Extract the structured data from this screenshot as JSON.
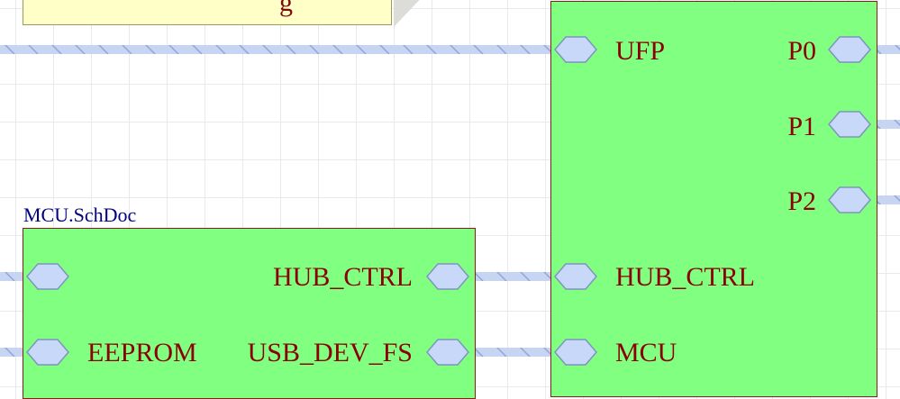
{
  "note": {
    "text_fragment": "g"
  },
  "sheets": {
    "hub": {
      "entries_left": [
        "UFP",
        "HUB_CTRL",
        "MCU"
      ],
      "entries_right": [
        "P0",
        "P1",
        "P2"
      ]
    },
    "mcu": {
      "filename": "MCU.SchDoc",
      "entries_left": [
        "",
        "EEPROM"
      ],
      "entries_right": [
        "HUB_CTRL",
        "USB_DEV_FS"
      ]
    }
  },
  "colors": {
    "sheet_fill": "#80ff80",
    "sheet_border": "#8b1a1a",
    "entry_text": "#8b0000",
    "sheet_label": "#000080",
    "port_fill": "#c8d8f8",
    "port_stroke": "#7f94c0",
    "wire": "#b9c9ef",
    "note_fill": "#ffffc8"
  }
}
